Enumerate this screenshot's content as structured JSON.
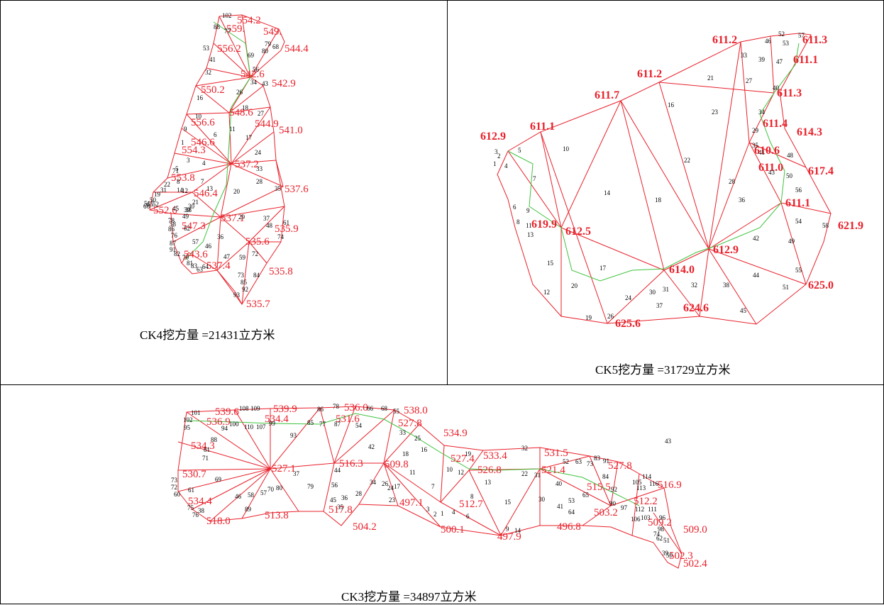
{
  "panels": [
    {
      "id": "ck4",
      "caption": "CK4挖方量 =21431立方米",
      "elevations": [
        "554.2",
        "559.",
        "549.",
        "556.2",
        "544.4",
        "542.6",
        "542.9",
        "550.2",
        "548.6",
        "544.9",
        "541.0",
        "556.6",
        "546.6",
        "554.3",
        "537.2",
        "553.8",
        "537.6",
        "546.4",
        "552.6",
        "537.1",
        "535.9",
        "547.3",
        "535.6",
        "543.6",
        "537.4",
        "535.8",
        "535.7"
      ],
      "point_numbers": [
        "102",
        "88",
        "77",
        "53",
        "41",
        "32",
        "16",
        "10",
        "9",
        "1",
        "3",
        "4",
        "5",
        "7",
        "13",
        "11",
        "6",
        "17",
        "24",
        "26",
        "27",
        "34",
        "43",
        "56",
        "69",
        "79",
        "80",
        "68",
        "18",
        "20",
        "28",
        "33",
        "35",
        "37",
        "39",
        "31",
        "22",
        "45",
        "48",
        "61",
        "74",
        "58",
        "63",
        "64",
        "46",
        "36",
        "29",
        "47",
        "59",
        "72",
        "73",
        "84",
        "85",
        "92",
        "93",
        "38",
        "21",
        "30",
        "14",
        "12",
        "8",
        "91",
        "87",
        "86",
        "82",
        "76",
        "78",
        "83",
        "81",
        "70",
        "57",
        "62",
        "65",
        "66",
        "49",
        "50",
        "52",
        "51",
        "71",
        "19"
      ]
    },
    {
      "id": "ck5",
      "caption": "CK5挖方量 =31729立方米",
      "elevations": [
        "611.2",
        "611.3",
        "611.1",
        "611.2",
        "611.7",
        "611.3",
        "612.9",
        "611.1",
        "611.4",
        "614.3",
        "610.6",
        "611.0",
        "617.4",
        "611.1",
        "621.9",
        "619.9",
        "612.5",
        "612.9",
        "614.0",
        "625.0",
        "624.6",
        "625.6"
      ],
      "point_numbers": [
        "52",
        "57",
        "46",
        "53",
        "33",
        "39",
        "47",
        "21",
        "27",
        "40",
        "16",
        "23",
        "34",
        "29",
        "35",
        "41",
        "48",
        "10",
        "22",
        "2",
        "3",
        "1",
        "4",
        "5",
        "7",
        "14",
        "18",
        "28",
        "43",
        "50",
        "56",
        "36",
        "54",
        "58",
        "49",
        "6",
        "9",
        "8",
        "11",
        "13",
        "42",
        "15",
        "17",
        "20",
        "12",
        "19",
        "26",
        "24",
        "30",
        "31",
        "37",
        "32",
        "38",
        "44",
        "45",
        "51",
        "55"
      ]
    },
    {
      "id": "ck3",
      "caption": "CK3挖方量 =34897立方米",
      "elevations": [
        "539.6",
        "536.9",
        "539.9",
        "534.4",
        "536.0",
        "531.6",
        "538.0",
        "527.8",
        "534.9",
        "534.3",
        "527.1",
        "516.3",
        "509.8",
        "527.4",
        "533.4",
        "531.5",
        "526.8",
        "521.4",
        "527.8",
        "530.7",
        "534.4",
        "518.0",
        "513.8",
        "517.8",
        "504.2",
        "497.1",
        "512.7",
        "500.1",
        "497.9",
        "496.8",
        "515.5",
        "503.2",
        "512.2",
        "516.9",
        "509.2",
        "509.0",
        "502.3",
        "502.4"
      ],
      "point_numbers": [
        "101",
        "102",
        "95",
        "108",
        "109",
        "110",
        "107",
        "100",
        "94",
        "99",
        "86",
        "78",
        "66",
        "68",
        "55",
        "85",
        "77",
        "87",
        "54",
        "33",
        "25",
        "88",
        "81",
        "71",
        "93",
        "42",
        "16",
        "18",
        "73",
        "72",
        "60",
        "69",
        "61",
        "75",
        "38",
        "76",
        "44",
        "37",
        "46",
        "58",
        "57",
        "70",
        "80",
        "79",
        "89",
        "56",
        "45",
        "36",
        "35",
        "11",
        "26",
        "34",
        "24",
        "17",
        "28",
        "23",
        "10",
        "12",
        "13",
        "7",
        "8",
        "3",
        "2",
        "1",
        "4",
        "6",
        "15",
        "9",
        "14",
        "32",
        "22",
        "19",
        "31",
        "40",
        "30",
        "41",
        "53",
        "64",
        "52",
        "63",
        "73",
        "83",
        "84",
        "91",
        "65",
        "90",
        "92",
        "96",
        "97",
        "105",
        "112",
        "111",
        "114",
        "113",
        "116",
        "106",
        "103",
        "98",
        "74",
        "62",
        "51",
        "39",
        "50",
        "43"
      ]
    }
  ]
}
